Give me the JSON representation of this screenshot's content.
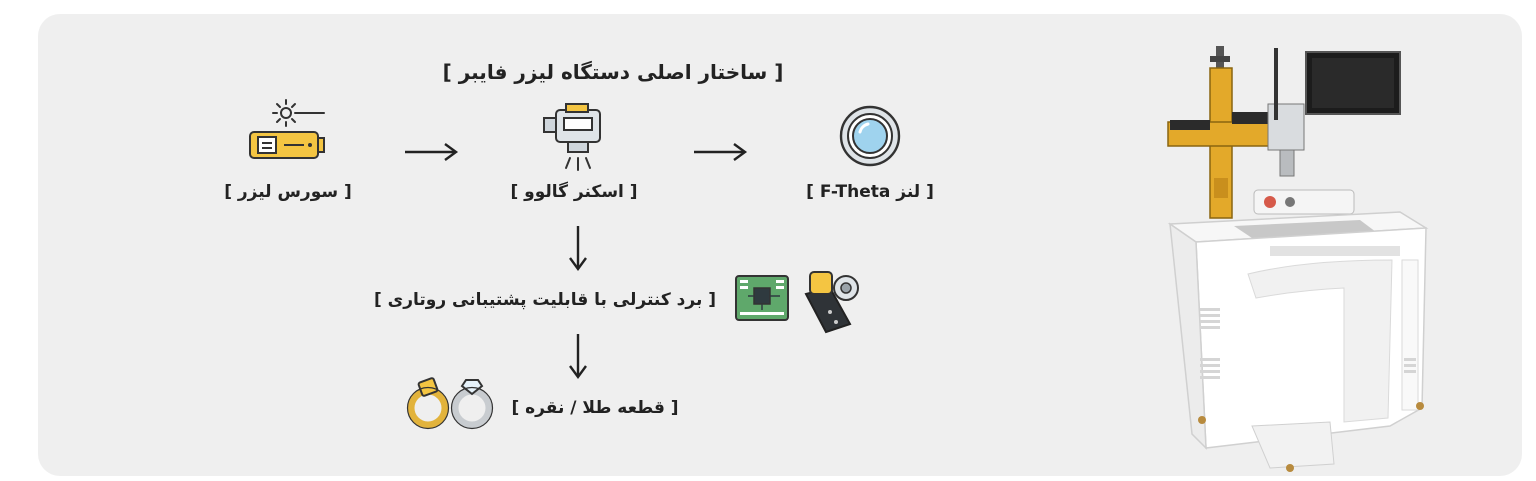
{
  "diagram": {
    "title": "[ ساختار اصلی دستگاه لیزر فایبر ]",
    "nodes": {
      "laser_source": "[ سورس لیزر ]",
      "galvo_scanner": "[ اسکنر گالوو ]",
      "f_theta_lens": "[ لنز F-Theta ]",
      "control_board": "[ برد کنترلی با قابلیت پشتیبانی روتاری ]",
      "workpiece": "[ قطعه طلا / نقره ]"
    },
    "icons": {
      "laser_source": "laser-source-icon",
      "galvo_scanner": "galvo-scanner-icon",
      "f_theta_lens": "lens-icon",
      "control_board": "circuit-board-icon",
      "rotary": "rotary-attachment-icon",
      "workpiece": "rings-icon",
      "machine": "fiber-laser-machine-image"
    },
    "colors": {
      "accent_yellow": "#f4c542",
      "lens_blue": "#9fd3ee",
      "board_green": "#5fa86b",
      "panel_bg": "#efefef"
    }
  }
}
